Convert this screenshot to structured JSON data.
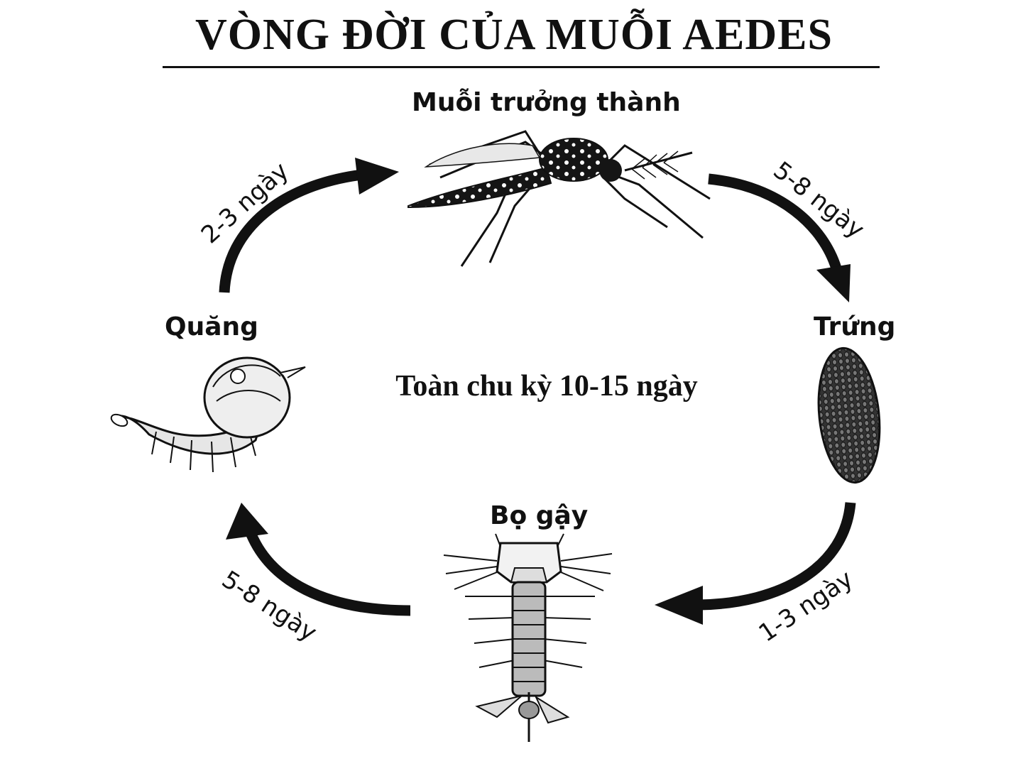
{
  "title": "VÒNG ĐỜI CỦA MUỖI AEDES",
  "center_label": "Toàn chu kỳ 10-15 ngày",
  "stages": {
    "adult": "Muỗi trưởng thành",
    "egg": "Trứng",
    "larva": "Bọ gậy",
    "pupa": "Quăng"
  },
  "durations": {
    "adult_to_egg": "5-8 ngày",
    "egg_to_larva": "1-3 ngày",
    "larva_to_pupa": "5-8 ngày",
    "pupa_to_adult": "2-3 ngày"
  },
  "colors": {
    "ink": "#111111",
    "background": "#ffffff"
  },
  "icons": [
    "mosquito-illustration",
    "egg-raft-illustration",
    "larva-illustration",
    "pupa-illustration"
  ]
}
